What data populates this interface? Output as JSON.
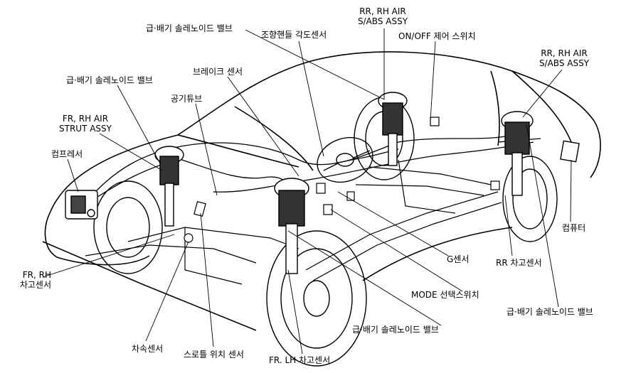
{
  "labels": {
    "solenoid_top": "급·배기 솔레노이드 밸브",
    "rr_rh_air_top_l1": "RR, RH AIR",
    "rr_rh_air_top_l2": "S/ABS  ASSY",
    "steering_sensor": "조향핸들 각도센서",
    "onoff_switch": "ON/OFF 제어 스위치",
    "rr_rh_air_right_l1": "RR, RH AIR",
    "rr_rh_air_right_l2": "S/ABS  ASSY",
    "brake_sensor": "브레이크 센서",
    "solenoid_left": "급·배기 솔레노이드 밸브",
    "air_tube": "공기튜브",
    "fr_rh_strut_l1": "FR, RH AIR",
    "fr_rh_strut_l2": "STRUT ASSY",
    "compressor": "컴프레서",
    "computer": "컴퓨터",
    "g_sensor": "G센서",
    "rr_height_sensor": "RR 차고센서",
    "fr_rh_height_l1": "FR, RH",
    "fr_rh_height_l2": "차고센서",
    "mode_switch": "MODE 선택스위치",
    "solenoid_bottom_right": "급·배기 솔레노이드 밸브",
    "solenoid_bottom_center": "급·배기 솔레노이드 밸브",
    "speed_sensor": "차속센서",
    "throttle_sensor": "스로틀 위치 센서",
    "fr_lh_height": "FR. LH 차고센서"
  }
}
